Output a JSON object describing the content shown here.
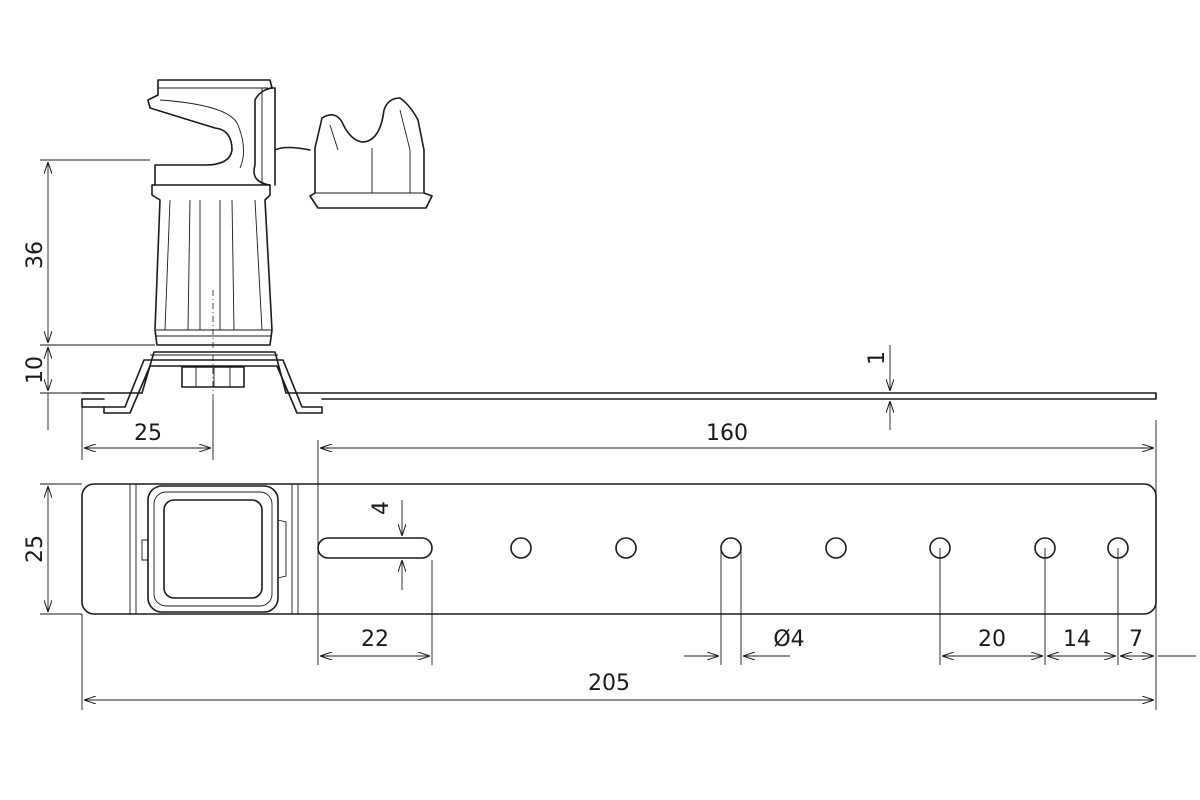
{
  "dimensions": {
    "height_total": "36",
    "base_height": "10",
    "thickness": "1",
    "offset_25": "25",
    "length_160": "160",
    "width_25": "25",
    "slot_width": "4",
    "slot_length": "22",
    "hole_diameter": "Ø4",
    "spacing_20": "20",
    "spacing_14": "14",
    "edge_7": "7",
    "length_total": "205"
  }
}
